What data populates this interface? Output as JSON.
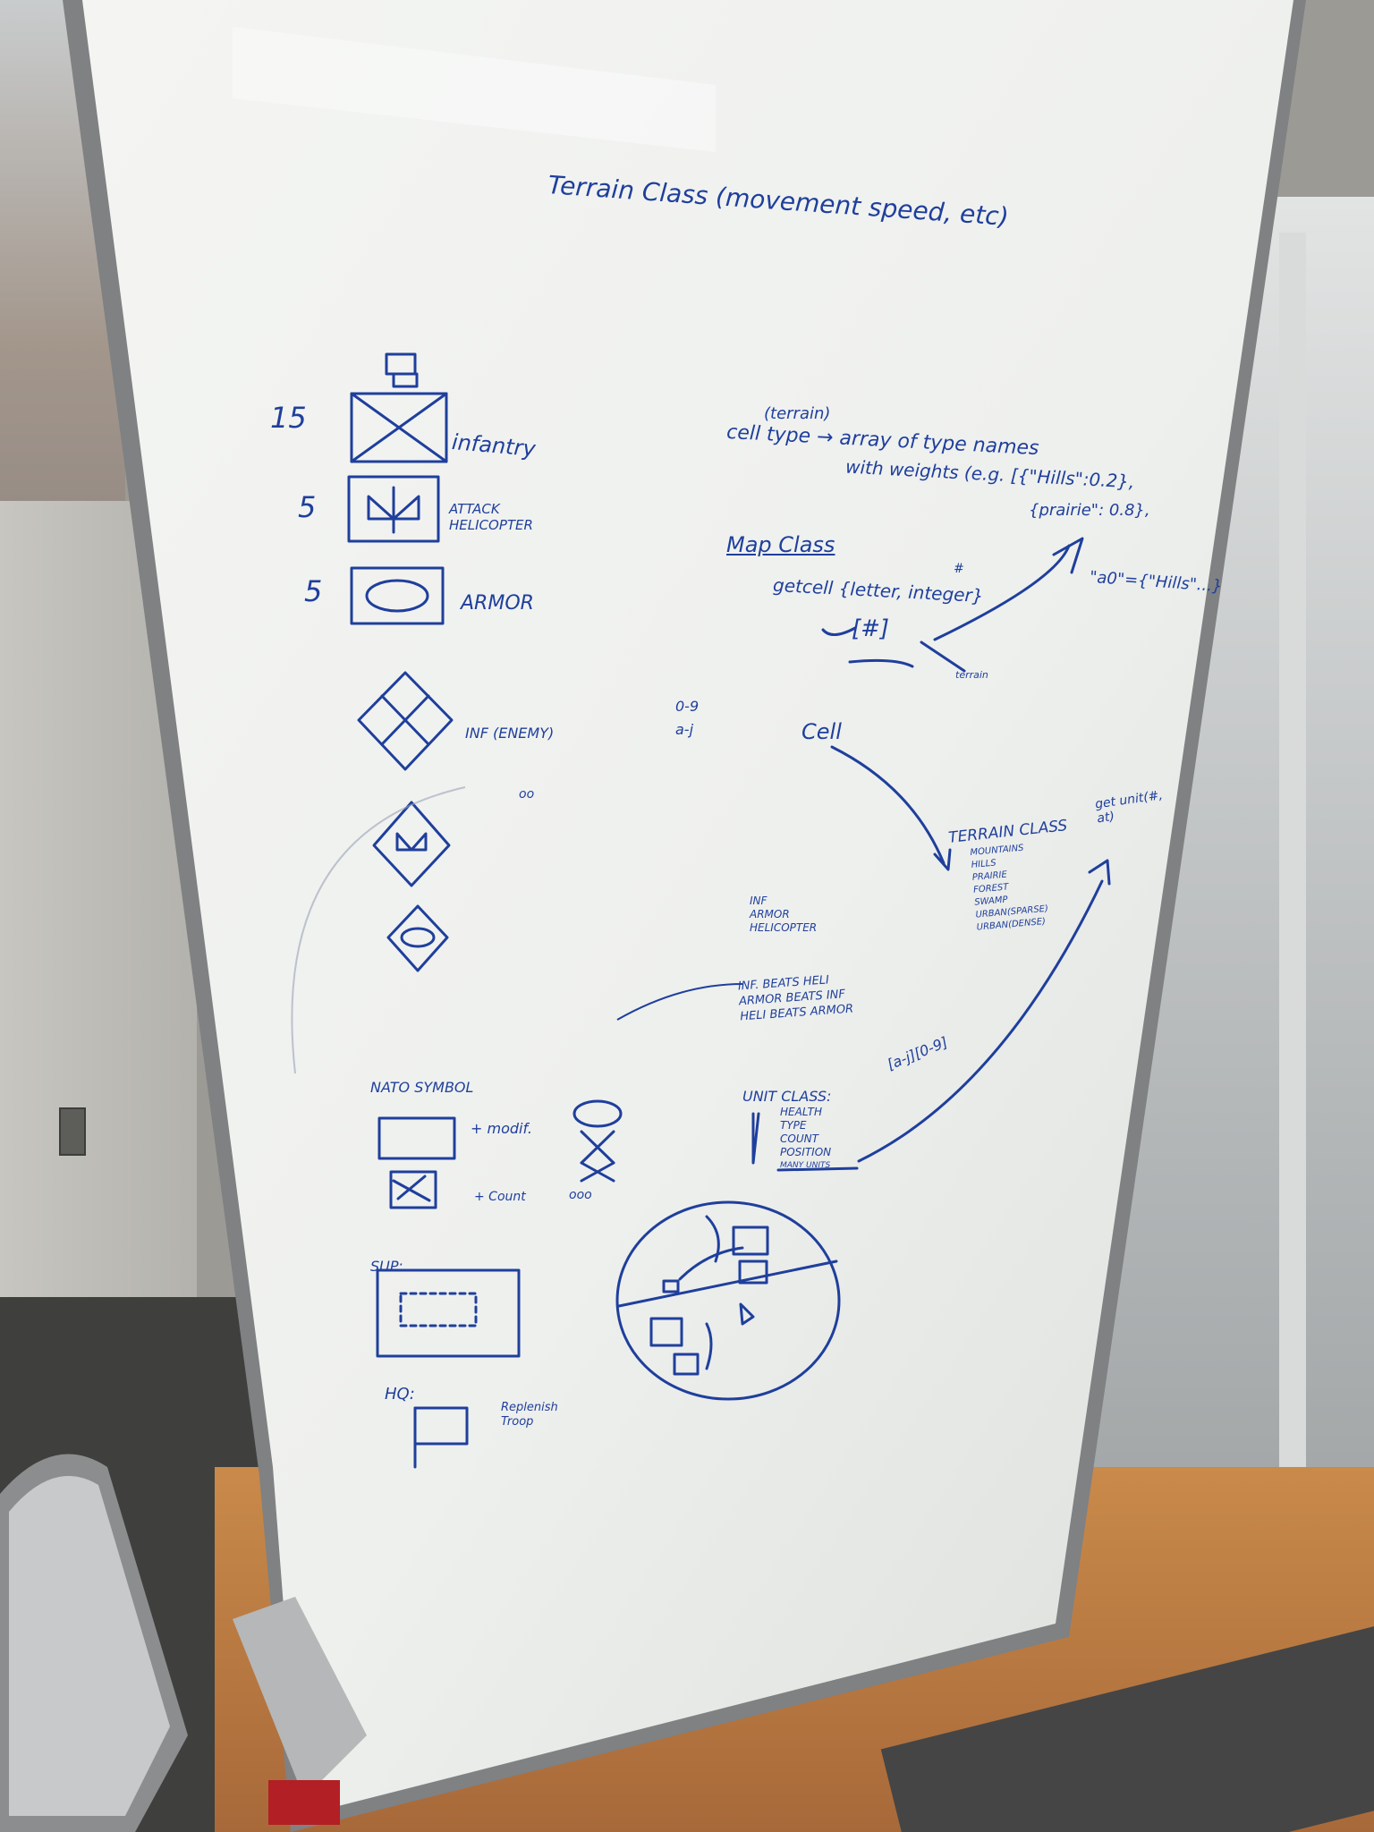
{
  "whiteboard": {
    "title": "Terrain Class (movement speed, etc)",
    "unit_list": [
      {
        "count": "15",
        "label": "infantry"
      },
      {
        "count": "5",
        "label": "ATTACK HELICOPTER"
      },
      {
        "count": "5",
        "label": "ARMOR"
      }
    ],
    "enemy": {
      "inf_label": "INF (ENEMY)",
      "dots": "oo"
    },
    "cell_type": {
      "annot": "(terrain)",
      "line1": "cell type → array of type names",
      "line2": "with weights (e.g. [{\"Hills\":0.2},",
      "line3": "{prairie\": 0.8},",
      "ref": "\"a0\"={\"Hills\"...}"
    },
    "map_class": {
      "label": "Map Class",
      "getcell": "getcell {letter, integer}",
      "hash": "#",
      "bracket": "[#]",
      "small_note": "terrain"
    },
    "ranges": {
      "digits": "0-9",
      "letters": "a-j"
    },
    "cell_word": "Cell",
    "terrain_class": {
      "header": "TERRAIN CLASS",
      "method": "get unit(#, at)",
      "items": [
        "MOUNTAINS",
        "HILLS",
        "PRAIRIE",
        "FOREST",
        "SWAMP",
        "URBAN(SPARSE)",
        "URBAN(DENSE)"
      ]
    },
    "unit_types": [
      "INF",
      "ARMOR",
      "HELICOPTER"
    ],
    "beats": [
      "INF. BEATS HELI",
      "ARMOR BEATS INF",
      "HELI BEATS ARMOR"
    ],
    "nato": {
      "label": "NATO SYMBOL",
      "modifier": "+ modif.",
      "count": "+ Count",
      "dots": "ooo"
    },
    "unit_class": {
      "header": "UNIT CLASS:",
      "fields": [
        "HEALTH",
        "TYPE",
        "COUNT",
        "POSITION",
        "MANY UNITS"
      ],
      "coords": "[a-j][0-9]"
    },
    "sup_label": "SUP:",
    "hq_label": "HQ:",
    "hq_note": "Replenish Troop"
  },
  "colors": {
    "ink": "#1f3f9c",
    "board": "#f1f2f0",
    "frame": "#8d8f90",
    "floor": "#b8773b"
  }
}
